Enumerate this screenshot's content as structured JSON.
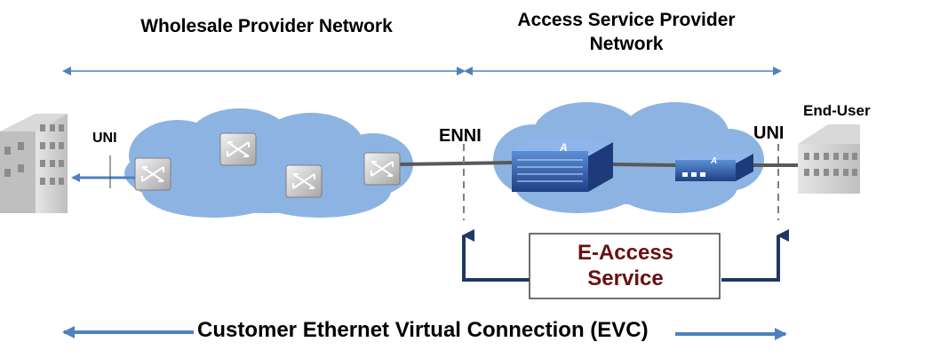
{
  "labels": {
    "wholesale_network": "Wholesale Provider Network",
    "access_network_line1": "Access Service Provider",
    "access_network_line2": "Network",
    "uni_left": "UNI",
    "enni": "ENNI",
    "end_user": "End-User",
    "uni_right": "UNI",
    "eaccess_line1": "E-Access",
    "eaccess_line2": "Service",
    "evc": "Customer Ethernet Virtual Connection (EVC)"
  },
  "icons": {
    "building_left": "building-icon",
    "building_right": "building-icon",
    "switches": "switch-icon",
    "access_device": "network-device-icon",
    "small_device": "network-device-icon"
  },
  "colors": {
    "cloud": "#8db3e2",
    "span_arrow": "#4f81bd",
    "service_arrow": "#1f3864",
    "connection_line": "#595959",
    "eaccess_text": "#6b0f0f"
  }
}
